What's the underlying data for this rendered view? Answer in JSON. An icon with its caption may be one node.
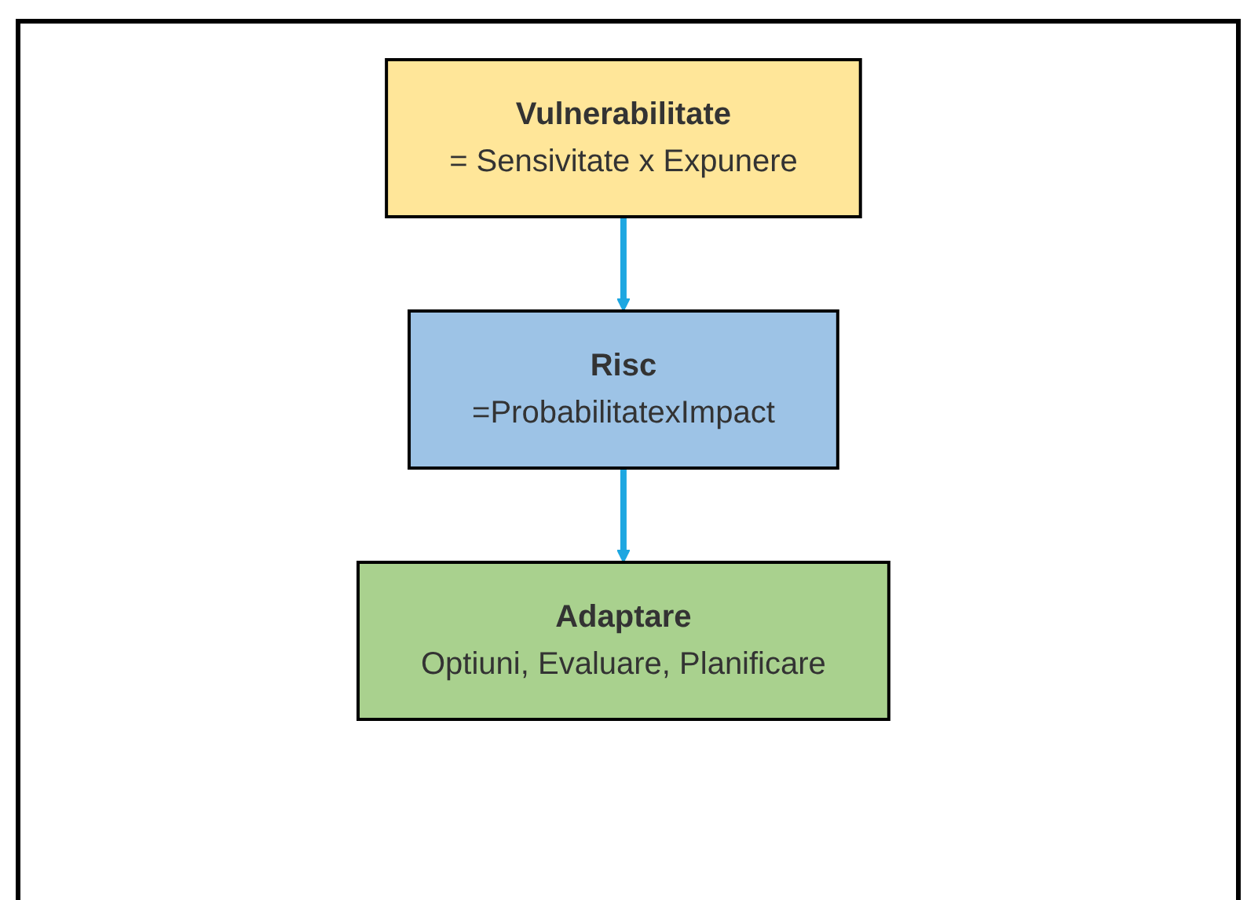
{
  "diagram": {
    "nodes": [
      {
        "text": [
          "Vulnerabilitate",
          "=  Sensivitate x Expunere"
        ]
      },
      {
        "text": [
          "Risc",
          "=ProbabilitatexImpact"
        ]
      },
      {
        "text": [
          "Adaptare",
          "Optiuni, Evaluare, Planificare"
        ]
      }
    ],
    "edges": [
      {
        "from": 0,
        "to": 1,
        "arrow": "to"
      },
      {
        "from": 1,
        "to": 2,
        "arrow": "to"
      }
    ]
  }
}
